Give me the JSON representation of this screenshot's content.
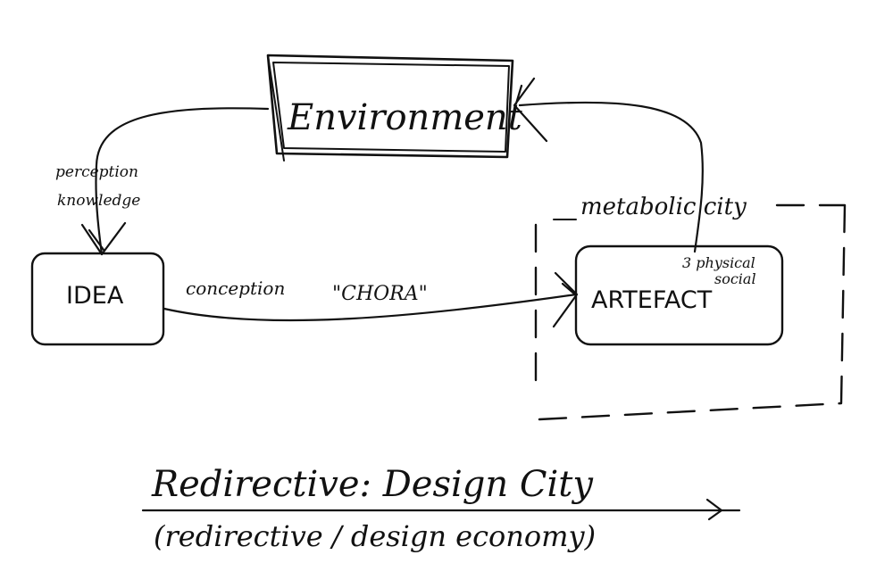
{
  "nodes": {
    "environment": "Environment",
    "idea": "IDEA",
    "artefact": "ARTEFACT"
  },
  "labels": {
    "perception": "perception",
    "knowledge": "knowledge",
    "conception": "conception",
    "chora": "\"CHORA\"",
    "metabolic_city": "metabolic city",
    "physical_social_line1": "3 physical",
    "physical_social_line2": "social"
  },
  "caption": {
    "title": "Redirective: Design City",
    "subtitle": "(redirective / design economy)"
  }
}
